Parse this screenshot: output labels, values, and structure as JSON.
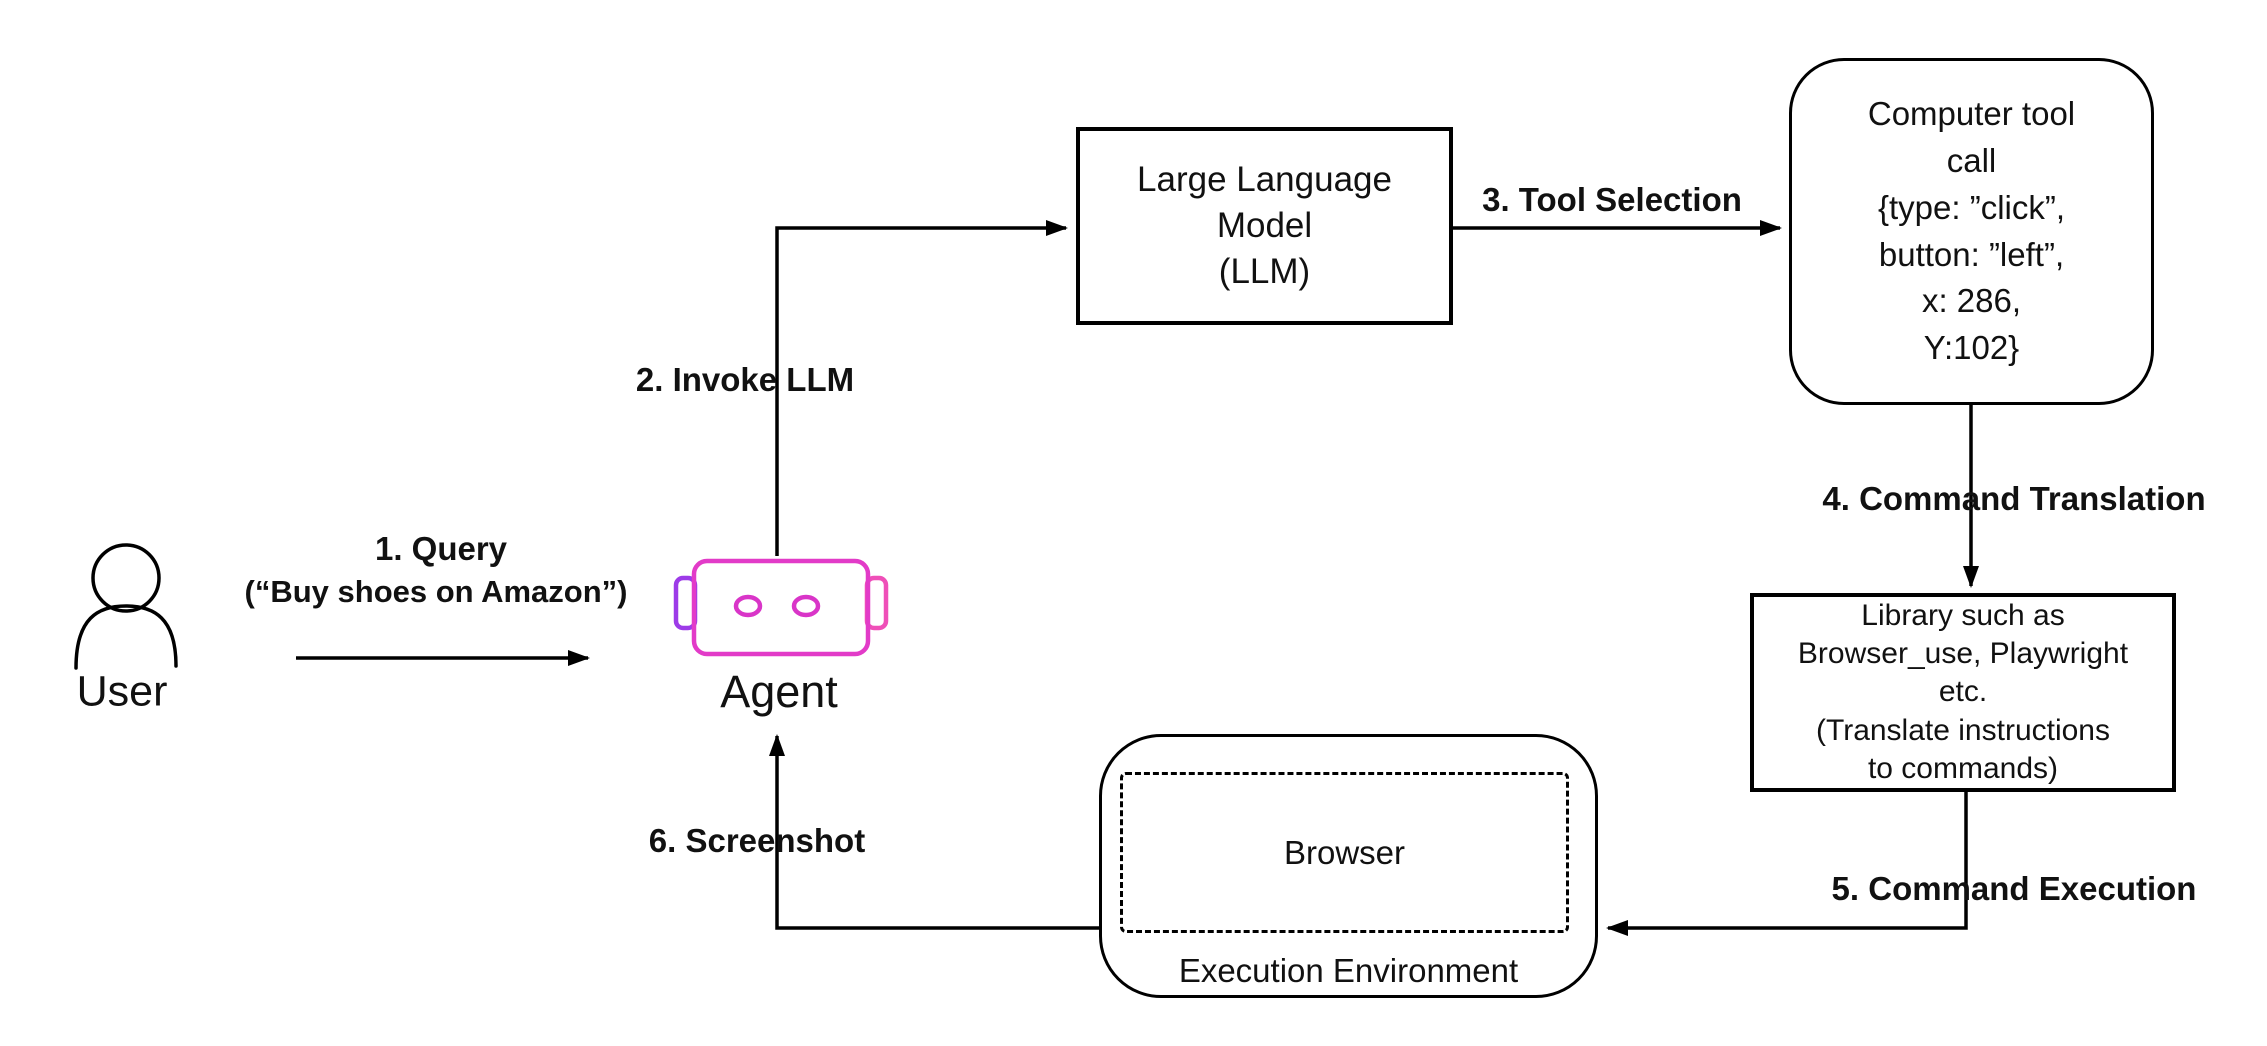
{
  "colors": {
    "background": "#ffffff",
    "line": "#000000",
    "robot_body": "#e23bc8",
    "robot_left_ear": "#9d3be8",
    "robot_right_ear": "#ef4fb8"
  },
  "nodes": {
    "user": {
      "label": "User"
    },
    "agent": {
      "label": "Agent"
    },
    "llm": {
      "lines": [
        "Large Language",
        "Model",
        "(LLM)"
      ]
    },
    "computer_tool_call": {
      "lines": [
        "Computer tool",
        "call",
        "{type: ”click”,",
        "button: ”left”,",
        "x: 286,",
        "Y:102}"
      ]
    },
    "library": {
      "lines": [
        "Library such as",
        "Browser_use, Playwright",
        "etc.",
        "(Translate instructions",
        "to commands)"
      ]
    },
    "execution_environment": {
      "label": "Execution Environment",
      "browser_label": "Browser"
    }
  },
  "edges": {
    "query": {
      "step": "1. Query",
      "detail": "(“Buy shoes on Amazon”)"
    },
    "invoke_llm": {
      "label": "2. Invoke LLM"
    },
    "tool_selection": {
      "label": "3. Tool Selection"
    },
    "command_translation": {
      "label": "4. Command Translation"
    },
    "command_execution": {
      "label": "5. Command Execution"
    },
    "screenshot": {
      "label": "6. Screenshot"
    }
  }
}
